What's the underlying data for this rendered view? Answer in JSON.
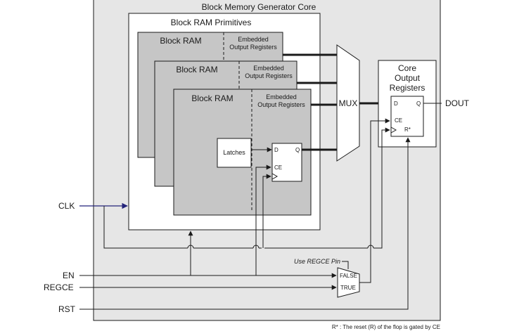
{
  "core": {
    "title": "Block Memory Generator Core",
    "primitives_title": "Block RAM Primitives",
    "block_ram_label": "Block RAM",
    "embedded_line1": "Embedded",
    "embedded_line2": "Output Registers",
    "latches_label": "Latches",
    "mux_label": "MUX",
    "core_regs_line1": "Core",
    "core_regs_line2": "Output",
    "core_regs_line3": "Registers"
  },
  "ports": {
    "d": "D",
    "q": "Q",
    "ce": "CE",
    "r": "R*"
  },
  "signals": {
    "clk": "CLK",
    "en": "EN",
    "regce": "REGCE",
    "rst": "RST",
    "dout": "DOUT"
  },
  "regce_mux": {
    "title": "Use REGCE Pin",
    "false_label": "FALSE",
    "true_label": "TRUE"
  },
  "footnote": "R* : The reset (R) of the flop is gated by CE",
  "colors": {
    "core_fill": "#e6e6e6",
    "block_ram_fill": "#c6c6c6",
    "signal_line": "#1a1a1a",
    "clk_line": "#23237a"
  }
}
